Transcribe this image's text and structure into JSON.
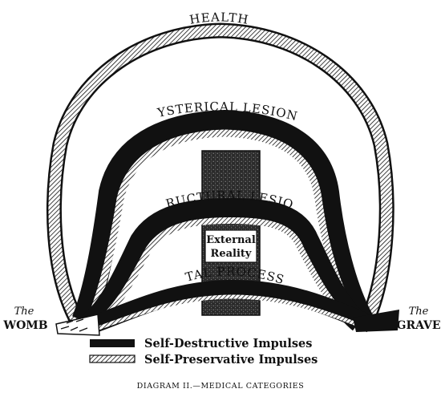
{
  "diagram": {
    "arcs": {
      "health": "HEALTH",
      "hysterical": "HYSTERICAL LESIONS",
      "structural": "STRUCTURAL LESIONS",
      "fatal": "FATAL PROCESSES"
    },
    "center_box": {
      "line1": "External",
      "line2": "Reality"
    },
    "start": {
      "line1": "The",
      "line2": "WOMB"
    },
    "end": {
      "line1": "The",
      "line2": "GRAVE"
    },
    "legend": {
      "destructive": "Self-Destructive Impulses",
      "preservative": "Self-Preservative Impulses"
    },
    "caption": "DIAGRAM II.—MEDICAL CATEGORIES"
  },
  "colors": {
    "ink": "#111111",
    "hatch_light": "#ffffff",
    "paper": "#ffffff"
  }
}
